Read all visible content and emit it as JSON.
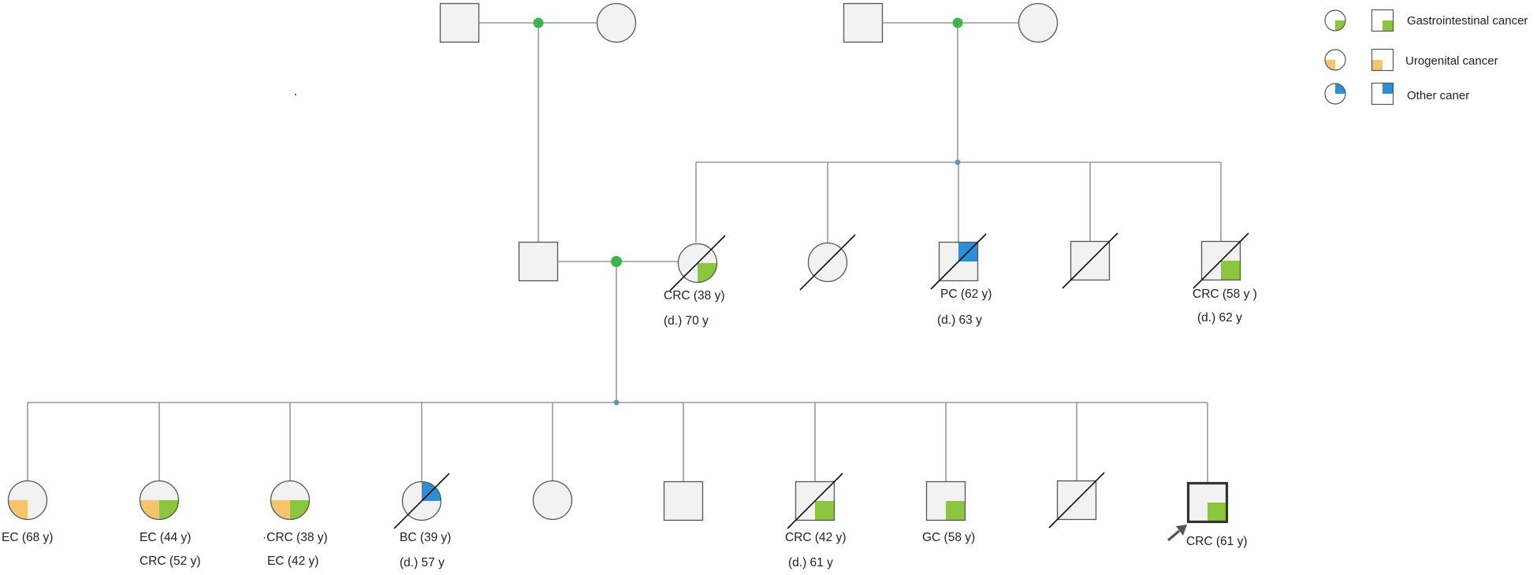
{
  "colors": {
    "gastrointestinal": "#8cc63f",
    "urogenital": "#f7c46c",
    "other": "#2e8fd6",
    "symbol_fill": "#f2f2f2",
    "line": "#9a9a9a",
    "mating_node": "#3cb44b",
    "sibship_node": "#5a9bb0"
  },
  "legend": [
    {
      "key": "gastrointestinal",
      "label": "Gastrointestinal cancer"
    },
    {
      "key": "urogenital",
      "label": "Urogenital cancer"
    },
    {
      "key": "other",
      "label": "Other caner"
    }
  ],
  "individuals": [
    {
      "id": "g1-grandfather-paternal",
      "sex": "male",
      "deceased": false,
      "cancers": [],
      "labels": []
    },
    {
      "id": "g1-grandmother-paternal",
      "sex": "female",
      "deceased": false,
      "cancers": [],
      "labels": []
    },
    {
      "id": "g1-grandfather-maternal",
      "sex": "male",
      "deceased": false,
      "cancers": [],
      "labels": []
    },
    {
      "id": "g1-grandmother-maternal",
      "sex": "female",
      "deceased": false,
      "cancers": [],
      "labels": []
    },
    {
      "id": "g2-father",
      "sex": "male",
      "deceased": false,
      "cancers": [],
      "labels": []
    },
    {
      "id": "g2-mother",
      "sex": "female",
      "deceased": true,
      "cancers": [
        "gastrointestinal"
      ],
      "labels": [
        "CRC (38 y)",
        "(d.) 70 y"
      ]
    },
    {
      "id": "g2-aunt",
      "sex": "female",
      "deceased": true,
      "cancers": [],
      "labels": []
    },
    {
      "id": "g2-uncle-pc",
      "sex": "male",
      "deceased": true,
      "cancers": [
        "other"
      ],
      "labels": [
        "PC (62 y)",
        "(d.) 63 y"
      ]
    },
    {
      "id": "g2-uncle",
      "sex": "male",
      "deceased": true,
      "cancers": [],
      "labels": []
    },
    {
      "id": "g2-uncle-crc",
      "sex": "male",
      "deceased": true,
      "cancers": [
        "gastrointestinal"
      ],
      "labels": [
        "CRC (58 y )",
        "(d.)  62 y"
      ]
    },
    {
      "id": "g3-sister-1",
      "sex": "female",
      "deceased": false,
      "cancers": [
        "urogenital"
      ],
      "labels": [
        "EC (68 y)"
      ]
    },
    {
      "id": "g3-sister-2",
      "sex": "female",
      "deceased": false,
      "cancers": [
        "urogenital",
        "gastrointestinal"
      ],
      "labels": [
        "EC (44 y)",
        "CRC (52 y)"
      ]
    },
    {
      "id": "g3-sister-3",
      "sex": "female",
      "deceased": false,
      "cancers": [
        "urogenital",
        "gastrointestinal"
      ],
      "labels": [
        "·CRC (38 y)",
        "EC (42 y)"
      ]
    },
    {
      "id": "g3-sister-4",
      "sex": "female",
      "deceased": true,
      "cancers": [
        "other"
      ],
      "labels": [
        "BC (39 y)",
        "(d.) 57 y"
      ]
    },
    {
      "id": "g3-sister-5",
      "sex": "female",
      "deceased": false,
      "cancers": [],
      "labels": []
    },
    {
      "id": "g3-brother-1",
      "sex": "male",
      "deceased": false,
      "cancers": [],
      "labels": []
    },
    {
      "id": "g3-brother-2",
      "sex": "male",
      "deceased": true,
      "cancers": [
        "gastrointestinal"
      ],
      "labels": [
        "CRC (42 y)",
        "(d.)  61 y"
      ]
    },
    {
      "id": "g3-brother-3",
      "sex": "male",
      "deceased": false,
      "cancers": [
        "gastrointestinal"
      ],
      "labels": [
        "GC (58 y)"
      ]
    },
    {
      "id": "g3-brother-4",
      "sex": "male",
      "deceased": true,
      "cancers": [],
      "labels": []
    },
    {
      "id": "g3-proband",
      "sex": "male",
      "deceased": false,
      "proband": true,
      "cancers": [
        "gastrointestinal"
      ],
      "labels": [
        "CRC (61 y)"
      ]
    }
  ]
}
